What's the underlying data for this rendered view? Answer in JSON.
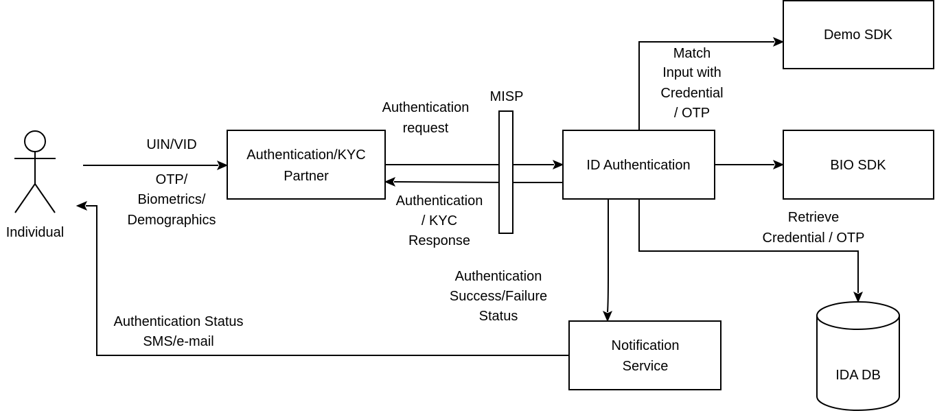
{
  "nodes": {
    "individual": "Individual",
    "partner": [
      "Authentication/KYC",
      "Partner"
    ],
    "misp": "MISP",
    "id_auth": "ID Authentication",
    "demo_sdk": "Demo SDK",
    "bio_sdk": "BIO SDK",
    "notification": [
      "Notification",
      "Service"
    ],
    "ida_db": "IDA DB"
  },
  "edge_labels": {
    "uin_vid": "UIN/VID",
    "otp_bio_demo": [
      "OTP/",
      "Biometrics/",
      "Demographics"
    ],
    "auth_request": [
      "Authentication",
      "request"
    ],
    "auth_kyc_response": [
      "Authentication",
      "/ KYC",
      "Response"
    ],
    "match_input": [
      "Match",
      "Input with",
      "Credential",
      "/ OTP"
    ],
    "retrieve_credential": [
      "Retrieve",
      "Credential / OTP"
    ],
    "auth_success_failure": [
      "Authentication",
      "Success/Failure",
      "Status"
    ],
    "auth_status_sms": [
      "Authentication Status",
      "SMS/e-mail"
    ]
  }
}
